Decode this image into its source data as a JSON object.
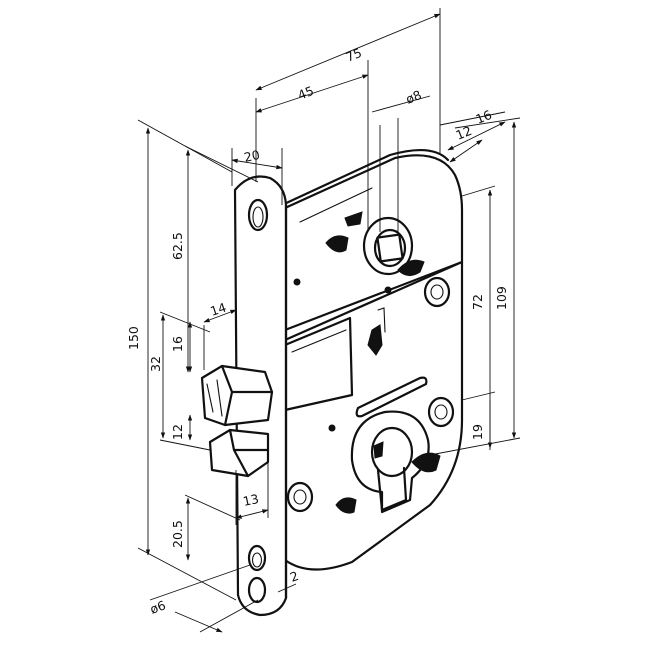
{
  "dimensions": {
    "d75": "75",
    "d45": "45",
    "dia8": "ø8",
    "d16_right": "16",
    "d12_right": "12",
    "d20": "20",
    "d62_5": "62.5",
    "d150": "150",
    "d32": "32",
    "d16_left": "16",
    "d12_left": "12",
    "d20_5": "20.5",
    "d14": "14",
    "d13": "13",
    "d109": "109",
    "d72": "72",
    "d19": "19",
    "d2": "2",
    "dia6": "ø6"
  }
}
